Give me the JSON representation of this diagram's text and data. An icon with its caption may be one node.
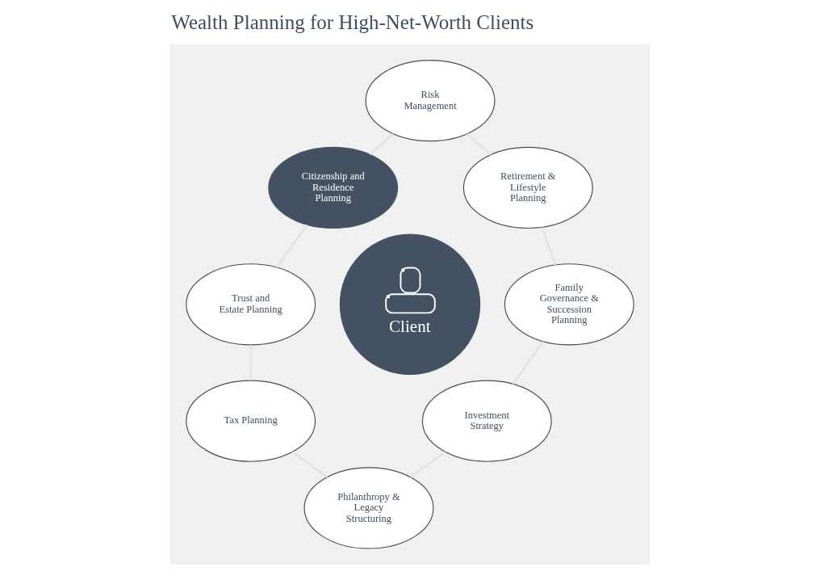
{
  "diagram": {
    "title": "Wealth Planning for High-Net-Worth Clients",
    "nodes": [
      {
        "text": [],
        "shape": "box"
      },
      {
        "text": [
          "Risk Management"
        ],
        "in": 0
      },
      {
        "text": [
          "Citizenship and Residence Planning"
        ],
        "in": 0
      },
      {
        "text": [
          "Retirement & Lifestyle Planning"
        ],
        "in": 0
      },
      {
        "text": [
          "Trust and Estate Planning"
        ],
        "in": 0
      },
      {
        "text": [
          "Client"
        ],
        "in": 0
      },
      {
        "text": [
          "Family Governance & Succession Planning"
        ],
        "in": 0
      },
      {
        "text": [
          "Tax Planning"
        ],
        "in": 0
      },
      {
        "text": [
          "Investment Strategy"
        ],
        "in": 0
      },
      {
        "text": [
          "Philanthropy & Legacy Structuring"
        ],
        "in": 0
      }
    ],
    "edges": [
      {
        "from": 1,
        "to": 2,
        "arrow": "none",
        "color": "#e2e2e2"
      },
      {
        "from": 1,
        "to": 3,
        "arrow": "none",
        "color": "#e2e2e2"
      },
      {
        "from": 2,
        "to": 4,
        "arrow": "none",
        "color": "#e2e2e2"
      },
      {
        "from": 3,
        "to": 6,
        "arrow": "none",
        "color": "#e2e2e2"
      },
      {
        "from": 4,
        "to": 7,
        "arrow": "none",
        "color": "#e2e2e2"
      },
      {
        "from": 6,
        "to": 8,
        "arrow": "none",
        "color": "#e2e2e2"
      },
      {
        "from": 7,
        "to": 9,
        "arrow": "none",
        "color": "#e2e2e2"
      },
      {
        "from": 8,
        "to": 9,
        "arrow": "none",
        "color": "#e2e2e2"
      }
    ]
  }
}
